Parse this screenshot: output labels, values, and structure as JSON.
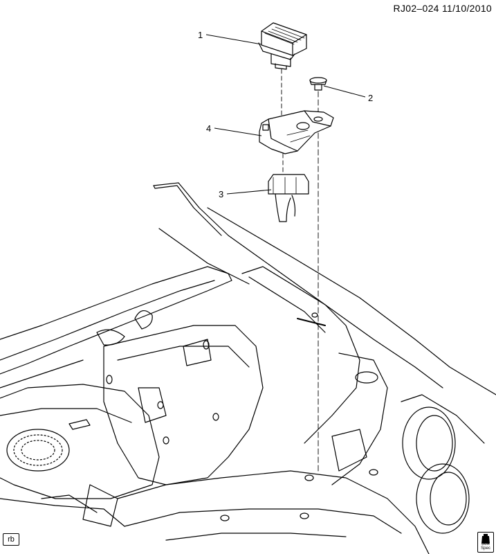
{
  "header": {
    "code": "RJ02–024",
    "date": "11/10/2010"
  },
  "callouts": [
    {
      "number": "1"
    },
    {
      "number": "2"
    },
    {
      "number": "3"
    },
    {
      "number": "4"
    }
  ],
  "footer": {
    "corner_label": "rb",
    "spec_label": "Bulk Spec"
  },
  "colors": {
    "ink": "#000000",
    "paper": "#ffffff"
  }
}
